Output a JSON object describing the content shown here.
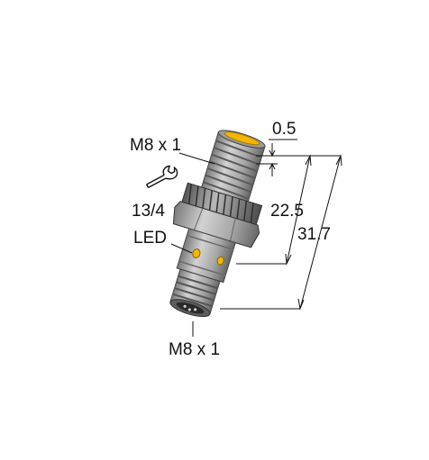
{
  "labels": {
    "thread_top": "M8 x 1",
    "thread_bottom": "M8 x 1",
    "wrench_size": "13/4",
    "led": "LED"
  },
  "dimensions": {
    "face_offset": "0.5",
    "length_to_nut": "22.5",
    "overall_length": "31.7"
  },
  "colors": {
    "body": "#bcbcbc",
    "body_shade": "#8e8e8e",
    "body_dark": "#5a5a5a",
    "led": "#f2b705",
    "line": "#111111"
  },
  "icons": {
    "wrench": "wrench-icon"
  }
}
